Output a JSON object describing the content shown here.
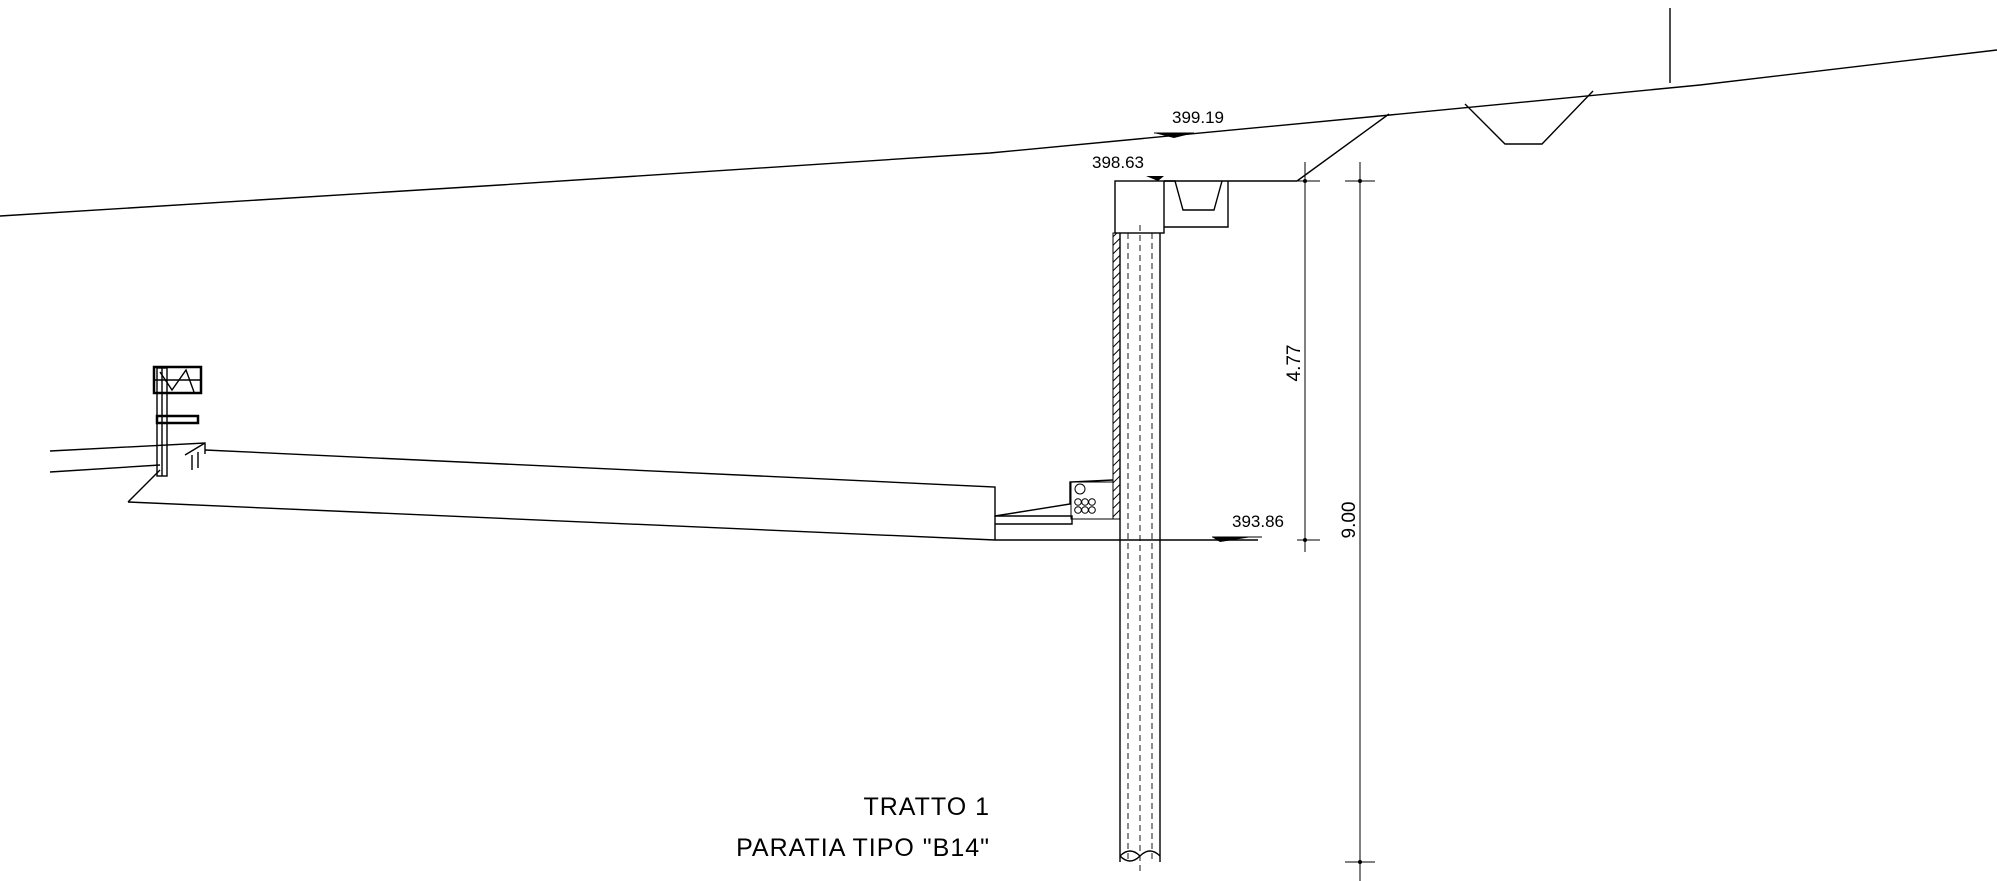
{
  "drawing": {
    "elevations": {
      "ground_top": "399.19",
      "wall_head": "398.63",
      "excavation_bottom": "393.86"
    },
    "dimensions": {
      "excavation_height": "4.77",
      "pile_length": "9.00"
    },
    "caption": {
      "line1": "TRATTO 1",
      "line2": "PARATIA TIPO \"B14\""
    }
  }
}
